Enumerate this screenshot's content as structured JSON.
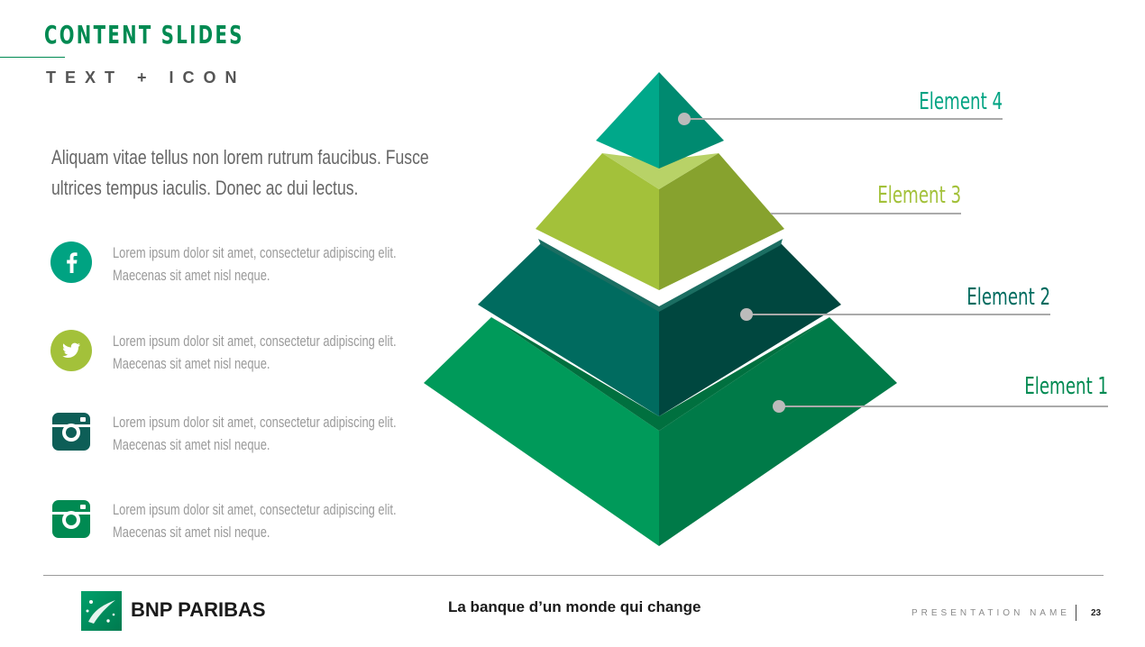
{
  "header": {
    "title": "CONTENT SLIDES",
    "subtitle": "TEXT + ICON"
  },
  "intro": "Aliquam vitae tellus non lorem rutrum faucibus. Fusce ultrices tempus iaculis. Donec ac dui lectus.",
  "bullets": [
    {
      "icon": "facebook-icon",
      "color": "#00a382",
      "text": "Lorem ipsum dolor sit amet, consectetur adipiscing elit. Maecenas sit amet nisl neque."
    },
    {
      "icon": "twitter-icon",
      "color": "#a3c13a",
      "text": "Lorem ipsum dolor sit amet, consectetur adipiscing elit. Maecenas sit amet nisl neque."
    },
    {
      "icon": "instagram-icon",
      "color": "#0d5e57",
      "text": "Lorem ipsum dolor sit amet, consectetur adipiscing elit. Maecenas sit amet nisl neque."
    },
    {
      "icon": "instagram-icon",
      "color": "#008a52",
      "text": "Lorem ipsum dolor sit amet, consectetur adipiscing elit. Maecenas sit amet nisl neque."
    }
  ],
  "pyramid": {
    "levels": [
      {
        "label": "Element 4",
        "color": "#00a382"
      },
      {
        "label": "Element 3",
        "color": "#a3c13a"
      },
      {
        "label": "Element 2",
        "color": "#006b5f"
      },
      {
        "label": "Element 1",
        "color": "#008a52"
      }
    ]
  },
  "footer": {
    "brand": "BNP PARIBAS",
    "tagline": "La banque d’un monde qui change",
    "presentation_name": "PRESENTATION NAME",
    "page_number": "23"
  }
}
